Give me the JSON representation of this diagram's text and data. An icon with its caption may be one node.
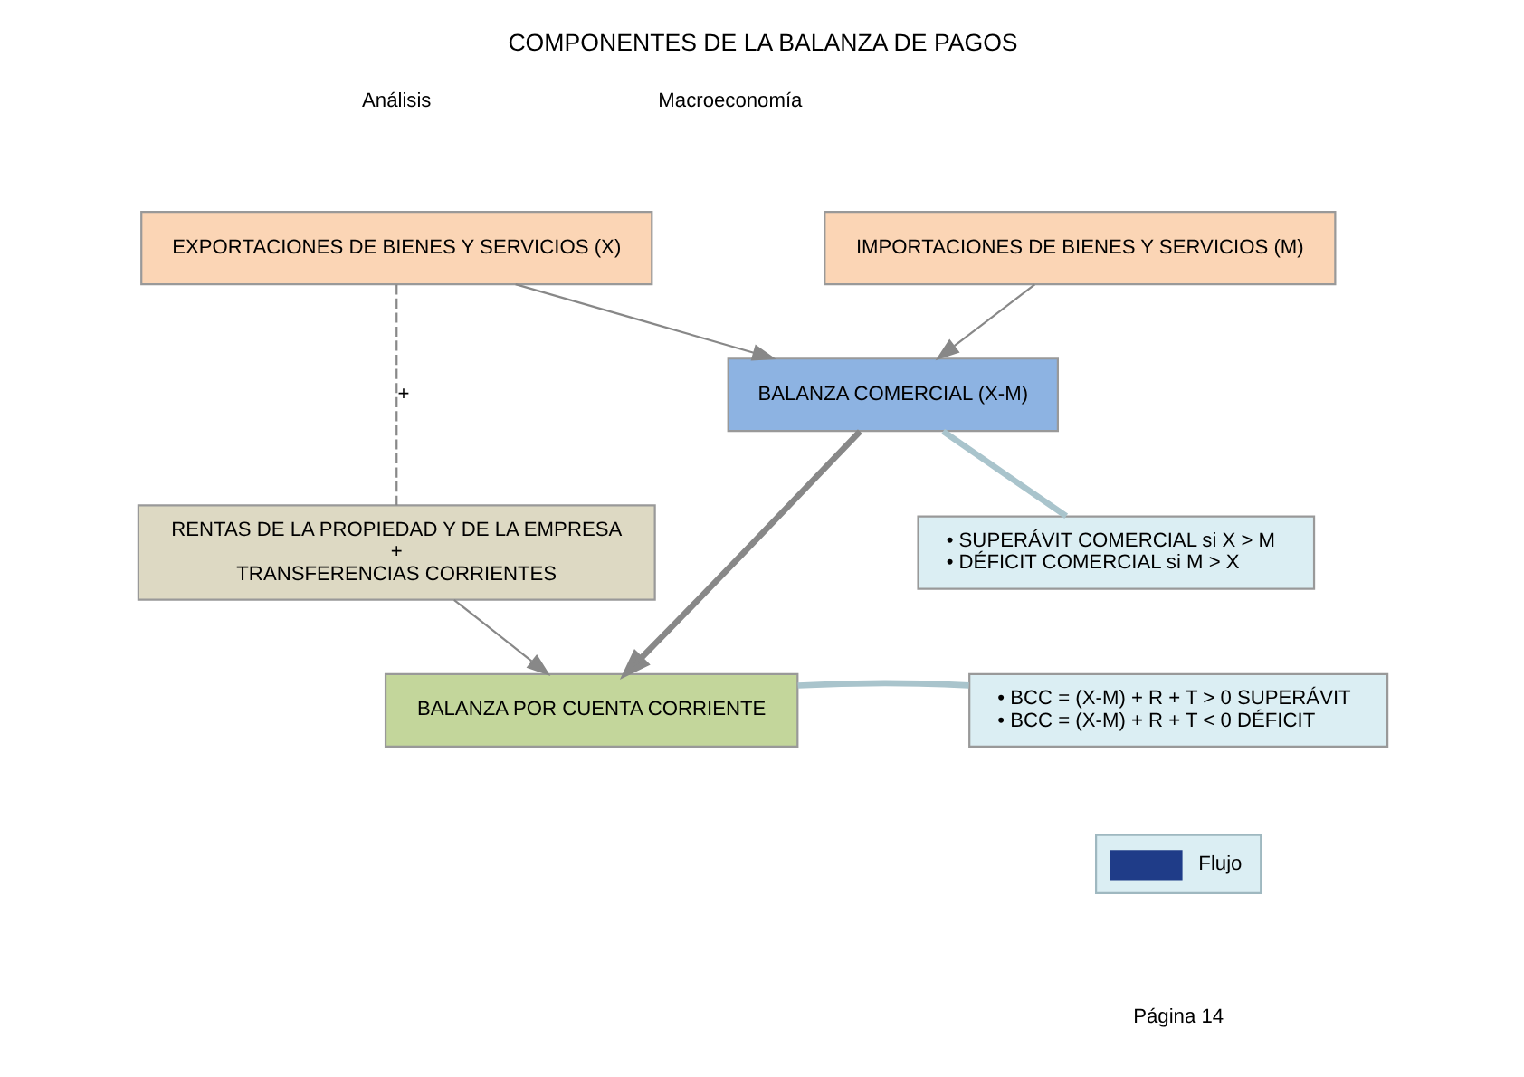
{
  "diagram": {
    "title": "COMPONENTES DE LA BALANZA DE PAGOS",
    "nodes": [
      {
        "text": [
          "EXPORTACIONES DE BIENES Y SERVICIOS (X)"
        ]
      },
      {
        "text": [
          "IMPORTACIONES DE BIENES Y SERVICIOS (M)"
        ]
      },
      {
        "text": [
          "BALANZA COMERCIAL (X-M)"
        ]
      },
      {
        "text": [
          "RENTAS DE LA PROPIEDAD Y DE LA EMPRESA",
          "+",
          "TRANSFERENCIAS CORRIENTES"
        ]
      },
      {
        "text": [
          "• SUPERÁVIT COMERCIAL si X > M",
          "• DÉFICIT COMERCIAL si M > X"
        ]
      },
      {
        "text": [
          "BALANZA POR CUENTA CORRIENTE"
        ]
      },
      {
        "text": [
          "• BCC = (X-M) + R + T > 0 SUPERÁVIT",
          "• BCC = (X-M) + R + T < 0 DÉFICIT"
        ]
      }
    ],
    "edges": [
      {
        "from": 0,
        "to": 2,
        "arrow": "to"
      },
      {
        "from": 1,
        "to": 2,
        "arrow": "to"
      },
      {
        "from": 0,
        "to": 3,
        "arrow": "none",
        "style": "dashed",
        "label": "+"
      },
      {
        "from": 3,
        "to": 5,
        "arrow": "to"
      },
      {
        "from": 2,
        "to": 5,
        "arrow": "to",
        "style": "thick"
      },
      {
        "from": 2,
        "to": 4,
        "arrow": "none",
        "style": "thick",
        "color": "#a9c4cc"
      },
      {
        "from": 5,
        "to": 6,
        "arrow": "none",
        "style": "thick",
        "color": "#a9c4cc"
      }
    ],
    "labels": [
      "Análisis",
      "Macroeconomía",
      "Página 14"
    ],
    "legend": [
      {
        "text": "Flujo"
      }
    ]
  }
}
